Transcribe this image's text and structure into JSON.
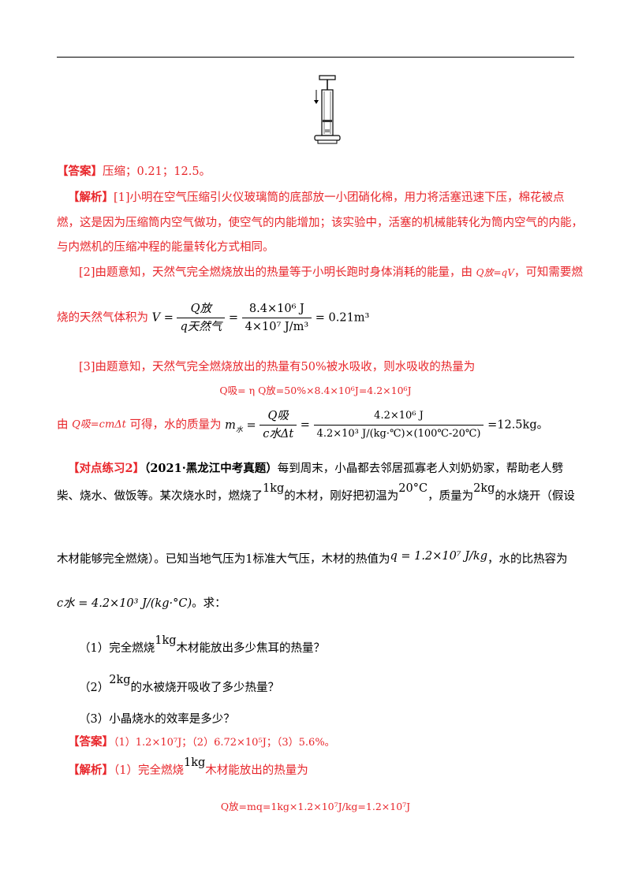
{
  "answer1": {
    "label": "【答案】",
    "text": "压缩；0.21；12.5。"
  },
  "analysis1": {
    "label": "【解析】",
    "p1_line1": "[1]小明在空气压缩引火仪玻璃筒的底部放一小团硝化棉，用力将活塞迅速下压，棉花被点",
    "p1_line2": "燃，这是因为压缩筒内空气做功，使空气的内能增加；该实验中，活塞的机械能转化为筒内空气的内能，",
    "p1_line3": "与内燃机的压缩冲程的能量转化方式相同。",
    "p2_line1_a": "[2]由题意知，天然气完全燃烧放出的热量等于小明长跑时身体消耗的能量，由 ",
    "p2_line1_b": "，可知需要燃",
    "p2_formula_inline": "Q放=qV",
    "p2_line2_a": "烧的天然气体积为",
    "p2_frac_num": "Q放",
    "p2_frac_den": "q天然气",
    "p2_frac2_num": "8.4×10⁶ J",
    "p2_frac2_den": "4×10⁷ J/m³",
    "p2_result": "= 0.21m³",
    "p3_line1": "[3]由题意知，天然气完全燃烧放出的热量有50%被水吸收，则水吸收的热量为",
    "p3_formula": "Q吸= η Q放=50%×8.4×10⁶J=4.2×10⁶J",
    "p3_line3_a": "由",
    "p3_line3_formula": "Q吸=cmΔt",
    "p3_line3_b": "可得，水的质量为",
    "p3_frac_num": "Q吸",
    "p3_frac_den": "c水Δt",
    "p3_frac2_num": "4.2×10⁶ J",
    "p3_frac2_den": "4.2×10³ J/(kg·℃)×(100℃-20℃)",
    "p3_result": "=12.5kg",
    "p3_end": "。"
  },
  "exercise2": {
    "tag": "【对点练习2】",
    "source": "（2021·黑龙江中考真题）",
    "l1": "每到周末，小晶都去邻居孤寡老人刘奶奶家，帮助老人劈",
    "l2_a": "柴、烧水、做饭等。某次烧水时，燃烧了",
    "l2_m1": "1kg",
    "l2_b": "的木材，刚好把初温为",
    "l2_m2": "20°C",
    "l2_c": "，质量为",
    "l2_m3": "2kg",
    "l2_d": "的水烧开（假设",
    "l3_a": "木材能够完全燃烧）。已知当地气压为1标准大气压，木材的热值为",
    "l3_m": "q = 1.2×10⁷ J/kg",
    "l3_b": "，水的比热容为",
    "l4_m": "c水 = 4.2×10³ J/(kg·°C)",
    "l4_b": "。求：",
    "q1_a": "（1）完全燃烧",
    "q1_m": "1kg",
    "q1_b": "木材能放出多少焦耳的热量？",
    "q2_a": "（2）",
    "q2_m": "2kg",
    "q2_b": "的水被烧开吸收了多少热量？",
    "q3": "（3）小晶烧水的效率是多少？"
  },
  "answer2": {
    "label": "【答案】",
    "text": "（1）1.2×10⁷J；（2）6.72×10⁵J；（3）5.6%。"
  },
  "analysis2": {
    "label": "【解析】",
    "l1_a": "（1）完全燃烧",
    "l1_m": "1kg",
    "l1_b": "木材能放出的热量为",
    "formula": "Q放=mq=1kg×1.2×10⁷J/kg=1.2×10⁷J"
  }
}
